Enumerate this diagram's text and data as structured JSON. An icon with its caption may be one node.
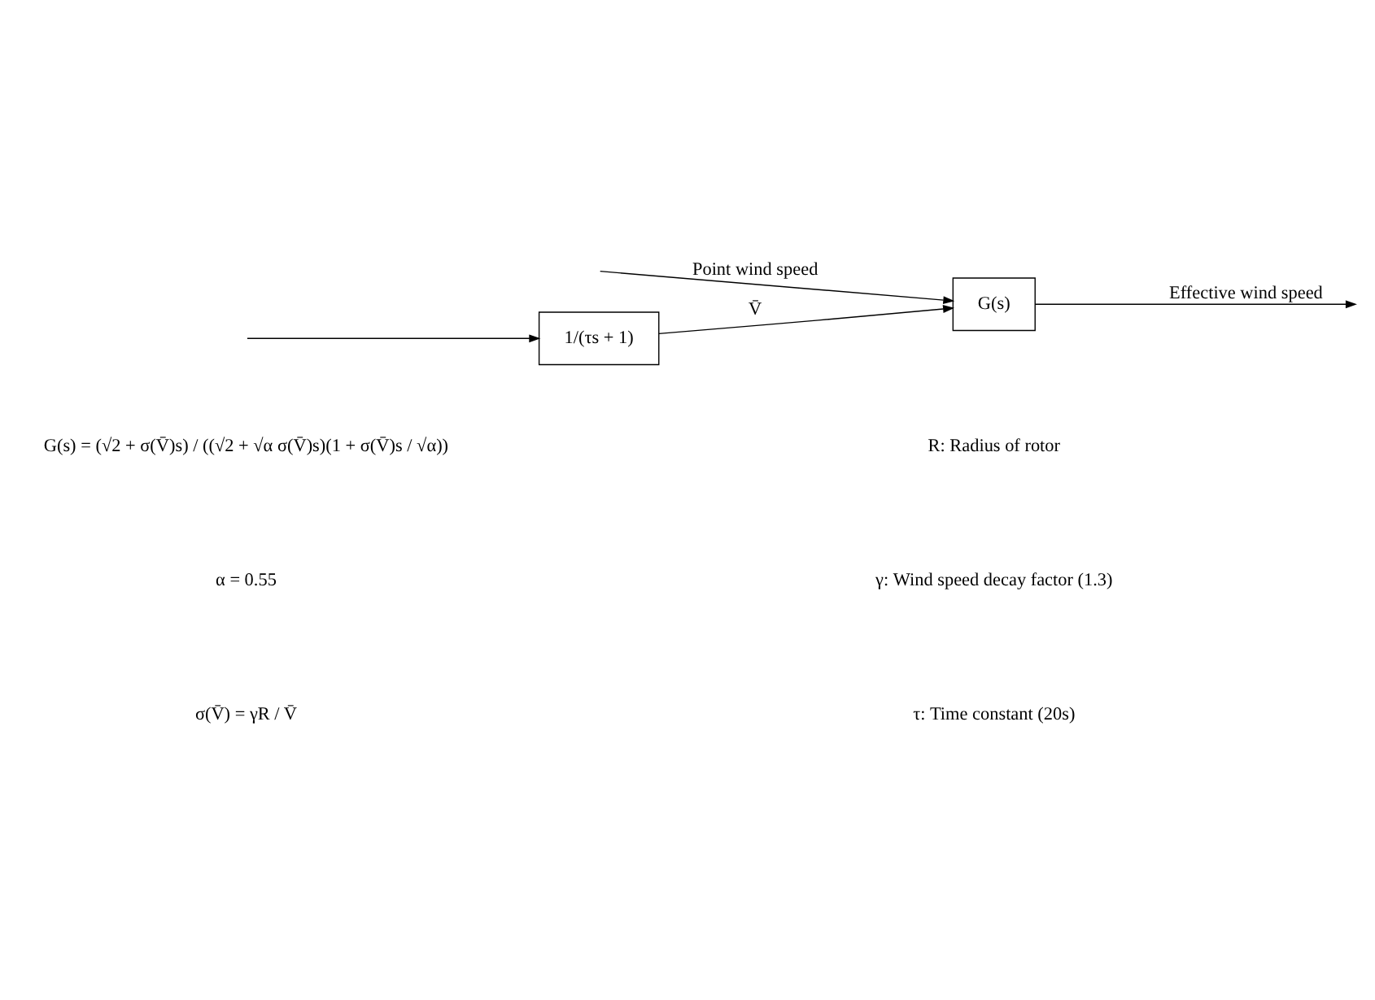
{
  "diagram": {
    "nodes": [
      {
        "text": [
          "1/(τs + 1)"
        ]
      },
      {
        "text": [
          "G(s)"
        ]
      }
    ],
    "edges": [
      {
        "from": null,
        "to": 0,
        "arrow": "to"
      },
      {
        "from": null,
        "to": 1,
        "arrow": "to",
        "label": "Point wind speed"
      },
      {
        "from": 0,
        "to": 1,
        "arrow": "to",
        "label": "V̄"
      },
      {
        "from": 1,
        "to": null,
        "arrow": "to",
        "label": "Effective wind speed"
      }
    ],
    "labels": [
      "G(s) = (√2 + σ(V̄)s) / ((√2 + √α σ(V̄)s)(1 + σ(V̄)s / √α))",
      "R: Radius of rotor",
      "α = 0.55",
      "γ: Wind speed decay factor (1.3)",
      "σ(V̄) = γR / V̄",
      "τ: Time constant (20s)"
    ]
  }
}
